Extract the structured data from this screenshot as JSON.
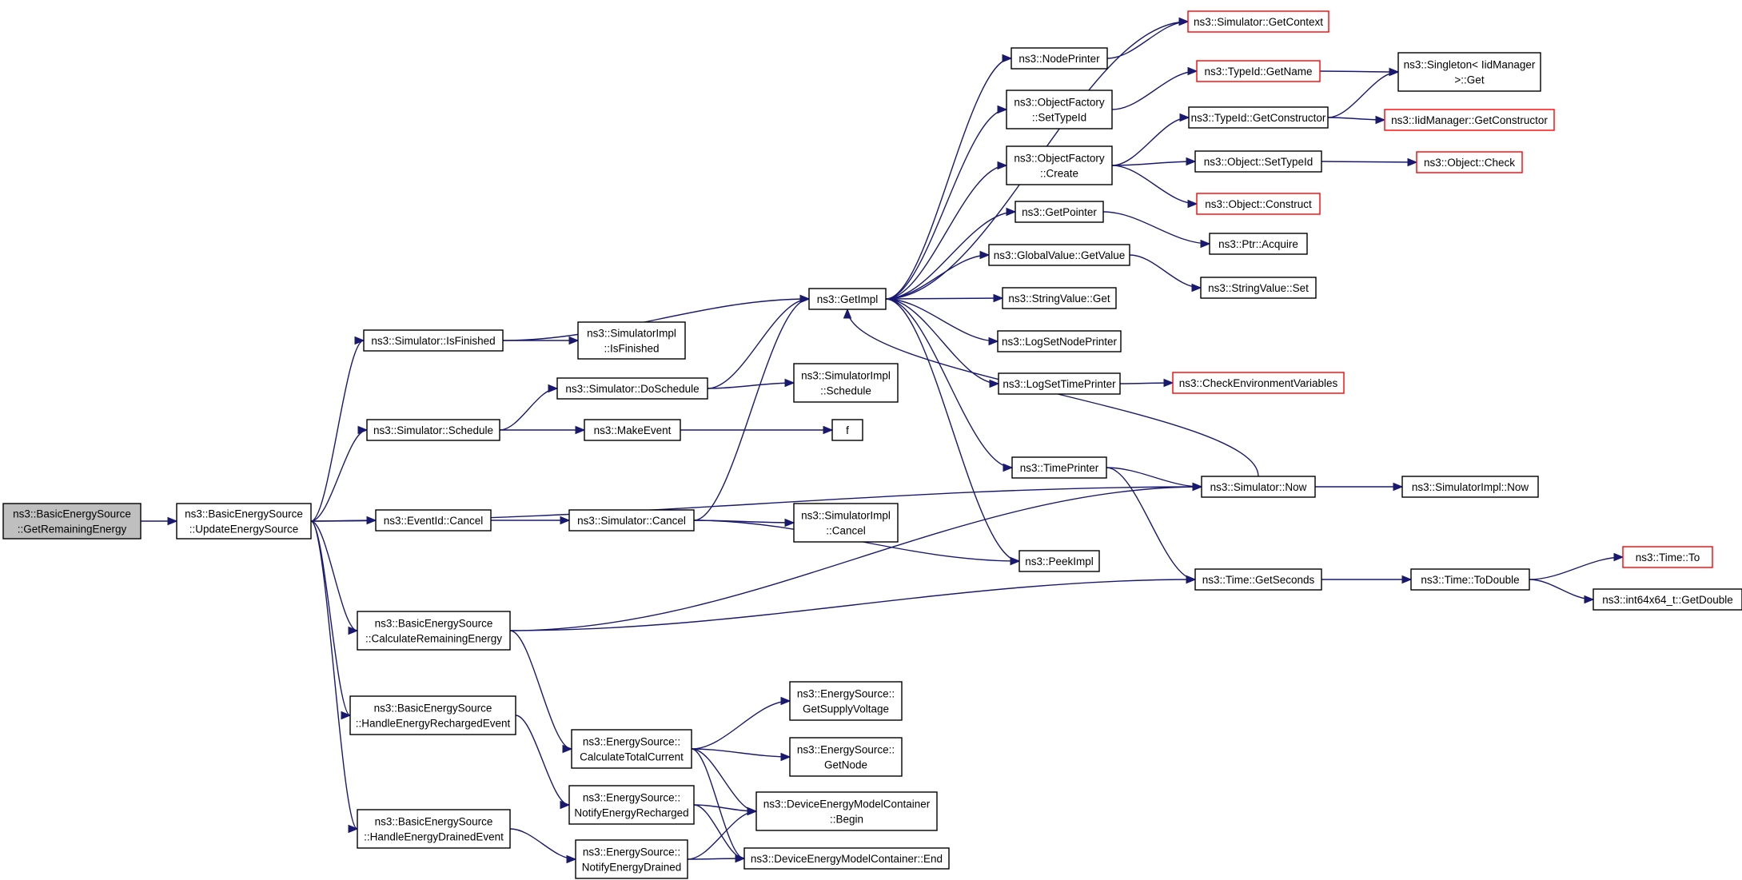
{
  "nodes": [
    {
      "id": "root",
      "lines": [
        "ns3::BasicEnergySource",
        "::GetRemainingEnergy"
      ],
      "style": "root"
    },
    {
      "id": "update",
      "lines": [
        "ns3::BasicEnergySource",
        "::UpdateEnergySource"
      ],
      "style": "normal"
    },
    {
      "id": "isfinished",
      "lines": [
        "ns3::Simulator::IsFinished"
      ],
      "style": "normal"
    },
    {
      "id": "schedule",
      "lines": [
        "ns3::Simulator::Schedule"
      ],
      "style": "normal"
    },
    {
      "id": "eventcancel",
      "lines": [
        "ns3::EventId::Cancel"
      ],
      "style": "normal"
    },
    {
      "id": "calcremaining",
      "lines": [
        "ns3::BasicEnergySource",
        "::CalculateRemainingEnergy"
      ],
      "style": "normal"
    },
    {
      "id": "handlerecharged",
      "lines": [
        "ns3::BasicEnergySource",
        "::HandleEnergyRechargedEvent"
      ],
      "style": "normal"
    },
    {
      "id": "handledrained",
      "lines": [
        "ns3::BasicEnergySource",
        "::HandleEnergyDrainedEvent"
      ],
      "style": "normal"
    },
    {
      "id": "implisfinished",
      "lines": [
        "ns3::SimulatorImpl",
        "::IsFinished"
      ],
      "style": "normal"
    },
    {
      "id": "doschedule",
      "lines": [
        "ns3::Simulator::DoSchedule"
      ],
      "style": "normal"
    },
    {
      "id": "makeevent",
      "lines": [
        "ns3::MakeEvent"
      ],
      "style": "normal"
    },
    {
      "id": "simcancel",
      "lines": [
        "ns3::Simulator::Cancel"
      ],
      "style": "normal"
    },
    {
      "id": "calctotal",
      "lines": [
        "ns3::EnergySource::",
        "CalculateTotalCurrent"
      ],
      "style": "normal"
    },
    {
      "id": "notifyrecharged",
      "lines": [
        "ns3::EnergySource::",
        "NotifyEnergyRecharged"
      ],
      "style": "normal"
    },
    {
      "id": "notifydrained",
      "lines": [
        "ns3::EnergySource::",
        "NotifyEnergyDrained"
      ],
      "style": "normal"
    },
    {
      "id": "getimpl",
      "lines": [
        "ns3::GetImpl"
      ],
      "style": "normal"
    },
    {
      "id": "implschedule",
      "lines": [
        "ns3::SimulatorImpl",
        "::Schedule"
      ],
      "style": "normal"
    },
    {
      "id": "f",
      "lines": [
        "f"
      ],
      "style": "normal"
    },
    {
      "id": "implcancel",
      "lines": [
        "ns3::SimulatorImpl",
        "::Cancel"
      ],
      "style": "normal"
    },
    {
      "id": "getsupply",
      "lines": [
        "ns3::EnergySource::",
        "GetSupplyVoltage"
      ],
      "style": "normal"
    },
    {
      "id": "getnode",
      "lines": [
        "ns3::EnergySource::",
        "GetNode"
      ],
      "style": "normal"
    },
    {
      "id": "dembegin",
      "lines": [
        "ns3::DeviceEnergyModelContainer",
        "::Begin"
      ],
      "style": "normal"
    },
    {
      "id": "demend",
      "lines": [
        "ns3::DeviceEnergyModelContainer::End"
      ],
      "style": "normal"
    },
    {
      "id": "nodeprinter",
      "lines": [
        "ns3::NodePrinter"
      ],
      "style": "normal"
    },
    {
      "id": "ofsettypeid",
      "lines": [
        "ns3::ObjectFactory",
        "::SetTypeId"
      ],
      "style": "normal"
    },
    {
      "id": "ofcreate",
      "lines": [
        "ns3::ObjectFactory",
        "::Create"
      ],
      "style": "normal"
    },
    {
      "id": "getpointer",
      "lines": [
        "ns3::GetPointer"
      ],
      "style": "normal"
    },
    {
      "id": "gvgetvalue",
      "lines": [
        "ns3::GlobalValue::GetValue"
      ],
      "style": "normal"
    },
    {
      "id": "svget",
      "lines": [
        "ns3::StringValue::Get"
      ],
      "style": "normal"
    },
    {
      "id": "logsetnodeprinter",
      "lines": [
        "ns3::LogSetNodePrinter"
      ],
      "style": "normal"
    },
    {
      "id": "logsettimeprinter",
      "lines": [
        "ns3::LogSetTimePrinter"
      ],
      "style": "normal"
    },
    {
      "id": "timeprinter",
      "lines": [
        "ns3::TimePrinter"
      ],
      "style": "normal"
    },
    {
      "id": "peekimpl",
      "lines": [
        "ns3::PeekImpl"
      ],
      "style": "normal"
    },
    {
      "id": "getcontext",
      "lines": [
        "ns3::Simulator::GetContext"
      ],
      "style": "red"
    },
    {
      "id": "typeidgetname",
      "lines": [
        "ns3::TypeId::GetName"
      ],
      "style": "red"
    },
    {
      "id": "typeidgetctor",
      "lines": [
        "ns3::TypeId::GetConstructor"
      ],
      "style": "normal"
    },
    {
      "id": "objsettypeid",
      "lines": [
        "ns3::Object::SetTypeId"
      ],
      "style": "normal"
    },
    {
      "id": "objconstruct",
      "lines": [
        "ns3::Object::Construct"
      ],
      "style": "red"
    },
    {
      "id": "ptracquire",
      "lines": [
        "ns3::Ptr::Acquire"
      ],
      "style": "normal"
    },
    {
      "id": "svset",
      "lines": [
        "ns3::StringValue::Set"
      ],
      "style": "normal"
    },
    {
      "id": "checkenv",
      "lines": [
        "ns3::CheckEnvironmentVariables"
      ],
      "style": "red"
    },
    {
      "id": "simnow",
      "lines": [
        "ns3::Simulator::Now"
      ],
      "style": "normal"
    },
    {
      "id": "timegetseconds",
      "lines": [
        "ns3::Time::GetSeconds"
      ],
      "style": "normal"
    },
    {
      "id": "singleton",
      "lines": [
        "ns3::Singleton< IidManager",
        " >::Get"
      ],
      "style": "normal"
    },
    {
      "id": "iidgetctor",
      "lines": [
        "ns3::IidManager::GetConstructor"
      ],
      "style": "red"
    },
    {
      "id": "objcheck",
      "lines": [
        "ns3::Object::Check"
      ],
      "style": "red"
    },
    {
      "id": "implnow",
      "lines": [
        "ns3::SimulatorImpl::Now"
      ],
      "style": "normal"
    },
    {
      "id": "timetodouble",
      "lines": [
        "ns3::Time::ToDouble"
      ],
      "style": "normal"
    },
    {
      "id": "timeto",
      "lines": [
        "ns3::Time::To"
      ],
      "style": "red"
    },
    {
      "id": "int64getdouble",
      "lines": [
        "ns3::int64x64_t::GetDouble"
      ],
      "style": "normal"
    }
  ],
  "edges": [
    [
      "root",
      "update"
    ],
    [
      "update",
      "isfinished"
    ],
    [
      "update",
      "schedule"
    ],
    [
      "update",
      "eventcancel"
    ],
    [
      "update",
      "calcremaining"
    ],
    [
      "update",
      "handlerecharged"
    ],
    [
      "update",
      "handledrained"
    ],
    [
      "update",
      "simnow"
    ],
    [
      "isfinished",
      "getimpl"
    ],
    [
      "isfinished",
      "implisfinished"
    ],
    [
      "schedule",
      "doschedule"
    ],
    [
      "schedule",
      "makeevent"
    ],
    [
      "doschedule",
      "getimpl"
    ],
    [
      "doschedule",
      "implschedule"
    ],
    [
      "makeevent",
      "f"
    ],
    [
      "eventcancel",
      "simcancel"
    ],
    [
      "simcancel",
      "getimpl"
    ],
    [
      "simcancel",
      "implcancel"
    ],
    [
      "simcancel",
      "peekimpl"
    ],
    [
      "calcremaining",
      "simnow"
    ],
    [
      "calcremaining",
      "timegetseconds"
    ],
    [
      "calcremaining",
      "calctotal"
    ],
    [
      "handlerecharged",
      "notifyrecharged"
    ],
    [
      "handledrained",
      "notifydrained"
    ],
    [
      "calctotal",
      "getsupply"
    ],
    [
      "calctotal",
      "getnode"
    ],
    [
      "calctotal",
      "dembegin"
    ],
    [
      "calctotal",
      "demend"
    ],
    [
      "notifyrecharged",
      "dembegin"
    ],
    [
      "notifyrecharged",
      "demend"
    ],
    [
      "notifydrained",
      "dembegin"
    ],
    [
      "notifydrained",
      "demend"
    ],
    [
      "getimpl",
      "getcontext"
    ],
    [
      "getimpl",
      "nodeprinter"
    ],
    [
      "getimpl",
      "ofsettypeid"
    ],
    [
      "getimpl",
      "ofcreate"
    ],
    [
      "getimpl",
      "getpointer"
    ],
    [
      "getimpl",
      "gvgetvalue"
    ],
    [
      "getimpl",
      "svget"
    ],
    [
      "getimpl",
      "logsetnodeprinter"
    ],
    [
      "getimpl",
      "logsettimeprinter"
    ],
    [
      "getimpl",
      "timeprinter"
    ],
    [
      "getimpl",
      "peekimpl"
    ],
    [
      "nodeprinter",
      "getcontext"
    ],
    [
      "ofsettypeid",
      "typeidgetname"
    ],
    [
      "ofcreate",
      "typeidgetctor"
    ],
    [
      "ofcreate",
      "objsettypeid"
    ],
    [
      "ofcreate",
      "objconstruct"
    ],
    [
      "typeidgetname",
      "singleton"
    ],
    [
      "typeidgetctor",
      "singleton"
    ],
    [
      "typeidgetctor",
      "iidgetctor"
    ],
    [
      "objsettypeid",
      "objcheck"
    ],
    [
      "getpointer",
      "ptracquire"
    ],
    [
      "gvgetvalue",
      "svset"
    ],
    [
      "logsettimeprinter",
      "checkenv"
    ],
    [
      "timeprinter",
      "simnow"
    ],
    [
      "timeprinter",
      "timegetseconds"
    ],
    [
      "simnow",
      "getimpl"
    ],
    [
      "simnow",
      "implnow"
    ],
    [
      "timegetseconds",
      "timetodouble"
    ],
    [
      "timetodouble",
      "timeto"
    ],
    [
      "timetodouble",
      "int64getdouble"
    ]
  ]
}
